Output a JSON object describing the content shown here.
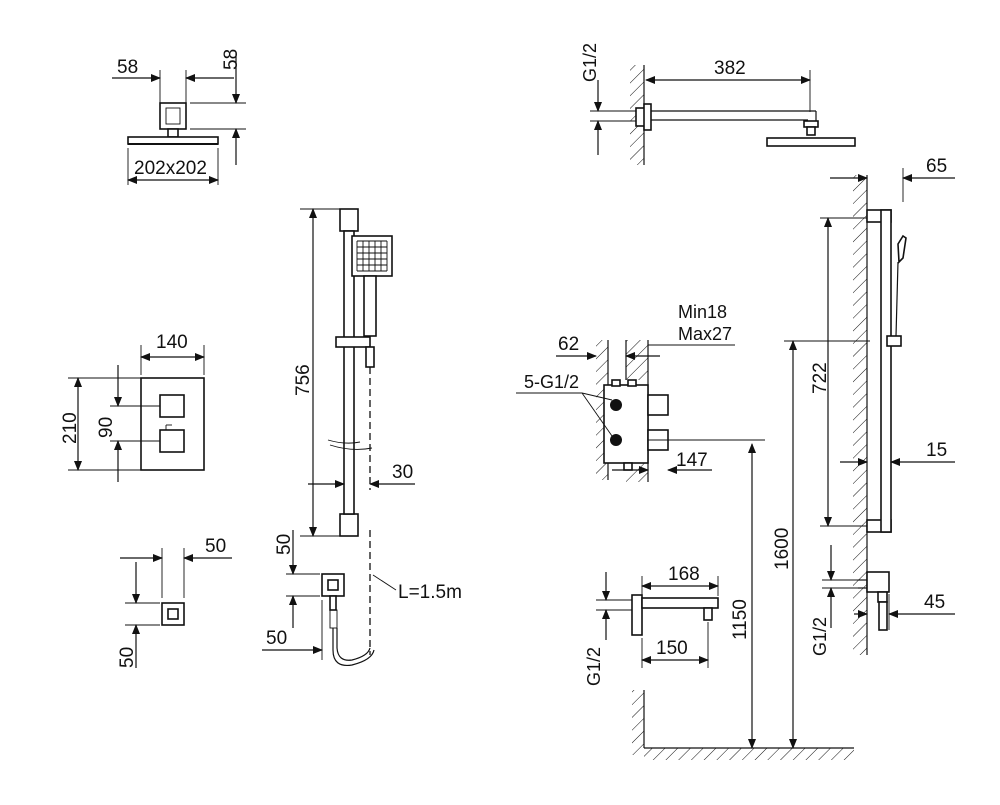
{
  "labels": {
    "head_w": "58",
    "head_h": "58",
    "head_size": "202x202",
    "arm_thread": "G1/2",
    "arm_length": "382",
    "rail_height": "756",
    "rail_offset": "30",
    "valve_width": "140",
    "valve_height": "210",
    "valve_spacing": "90",
    "elbow_width": "50",
    "elbow_height": "50",
    "outlet_height": "50",
    "outlet_width": "50",
    "hose": "L=1.5m",
    "box_depth": "62",
    "wall_min": "Min18",
    "wall_max": "Max27",
    "ports": "5-G1/2",
    "box_proj": "147",
    "spout_length": "168",
    "spout_proj": "150",
    "spout_thread": "G1/2",
    "spout_height": "1150",
    "head_height": "1600",
    "rail_depth": "65",
    "rail_len": "722",
    "rail_gap": "15",
    "elbow_proj": "45",
    "elbow_thread": "G1/2"
  }
}
